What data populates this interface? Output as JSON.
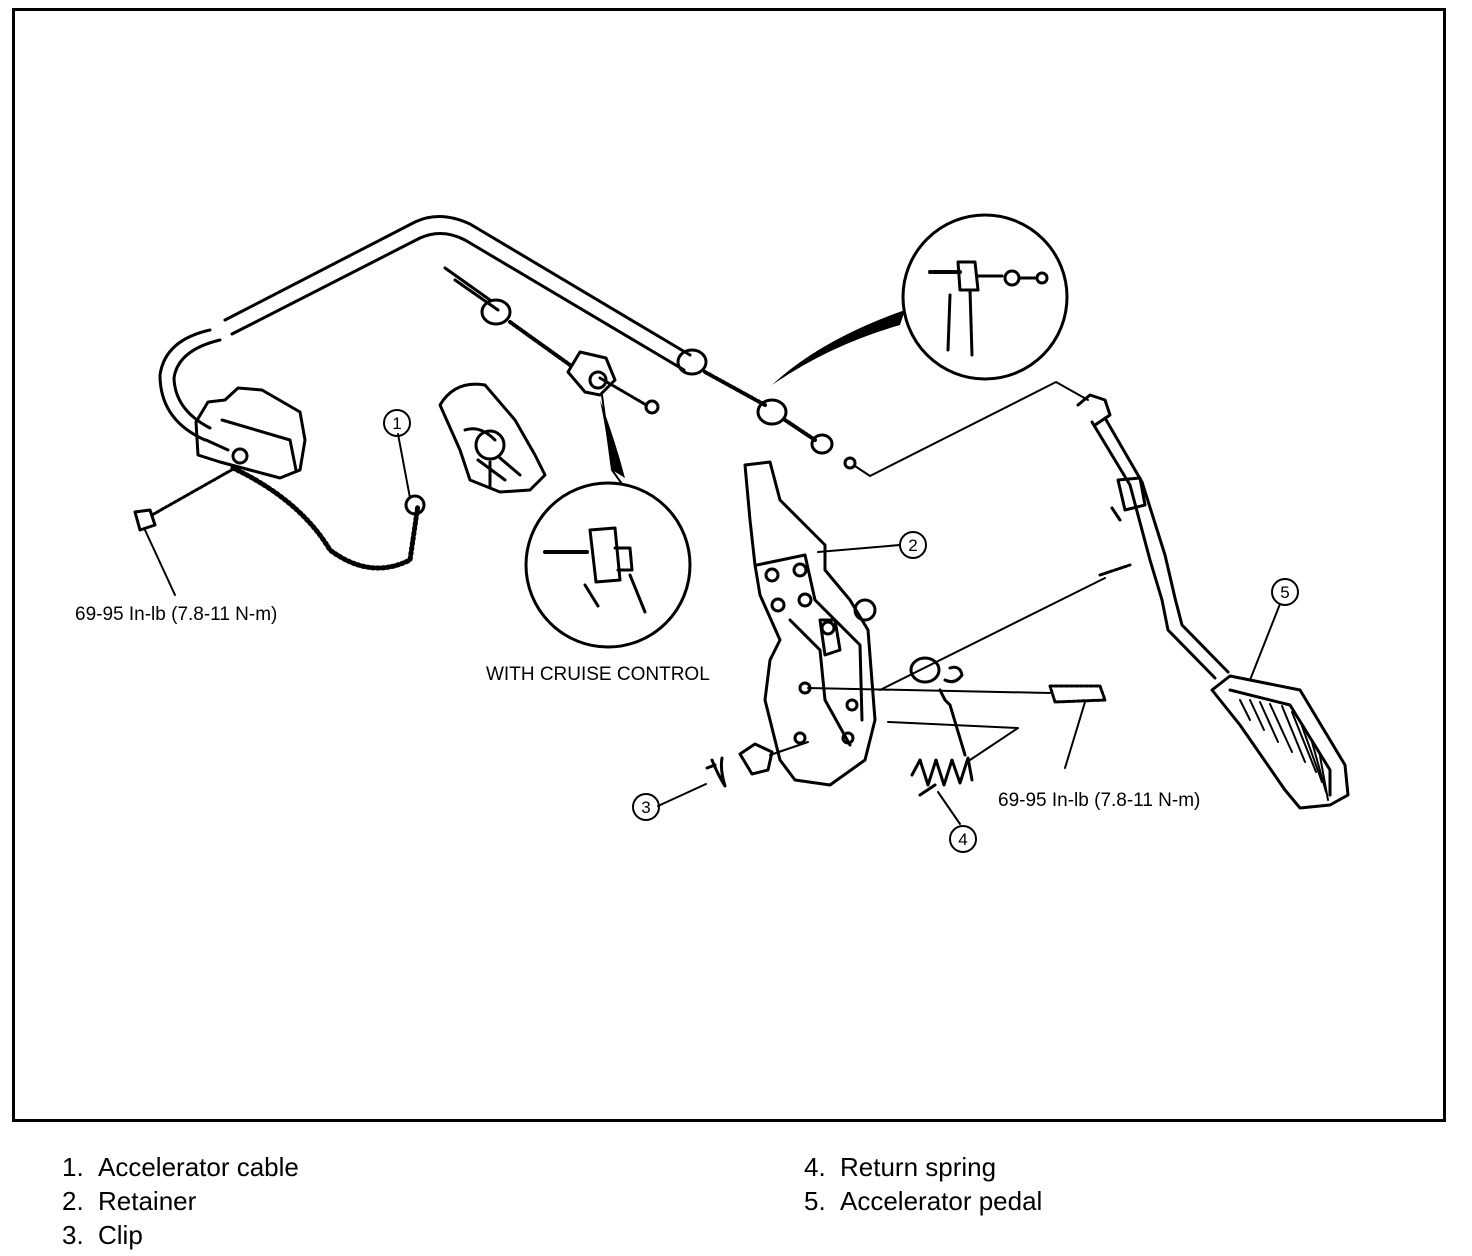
{
  "callouts": [
    "1",
    "2",
    "3",
    "4",
    "5"
  ],
  "labels": {
    "torque_left": "69-95 In-lb (7.8-11 N-m)",
    "torque_right": "69-95 In-lb (7.8-11 N-m)",
    "cruise": "WITH CRUISE CONTROL"
  },
  "legend": [
    {
      "num": "1.",
      "text": "Accelerator cable"
    },
    {
      "num": "2.",
      "text": "Retainer"
    },
    {
      "num": "3.",
      "text": "Clip"
    },
    {
      "num": "4.",
      "text": "Return spring"
    },
    {
      "num": "5.",
      "text": "Accelerator pedal"
    }
  ]
}
